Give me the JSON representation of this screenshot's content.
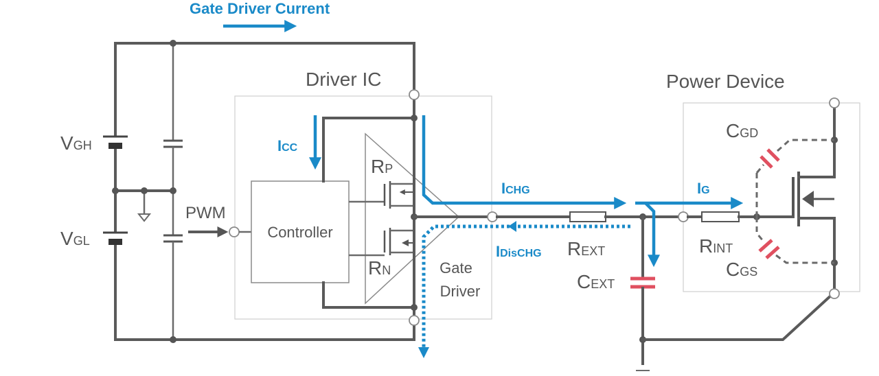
{
  "colors": {
    "wire": "#5a5a5a",
    "current_arrow": "#1a8ac8",
    "capacitor_highlight": "#e05060",
    "block_border": "#8a8a8a"
  },
  "legend": {
    "gate_driver_current": "Gate Driver Current"
  },
  "blocks": {
    "driver_ic": "Driver IC",
    "power_device": "Power Device",
    "controller": "Controller",
    "gate_driver_line1": "Gate",
    "gate_driver_line2": "Driver"
  },
  "sources": {
    "vgh_main": "V",
    "vgh_sub": "GH",
    "vgl_main": "V",
    "vgl_sub": "GL"
  },
  "signals": {
    "pwm": "PWM"
  },
  "resistors": {
    "rp_main": "R",
    "rp_sub": "P",
    "rn_main": "R",
    "rn_sub": "N",
    "rext_main": "R",
    "rext_sub": "EXT",
    "rint_main": "R",
    "rint_sub": "INT"
  },
  "capacitors": {
    "cext_main": "C",
    "cext_sub": "EXT",
    "cgd_main": "C",
    "cgd_sub": "GD",
    "cgs_main": "C",
    "cgs_sub": "GS"
  },
  "currents": {
    "icc_main": "I",
    "icc_sub": "CC",
    "ichg_main": "I",
    "ichg_sub": "CHG",
    "idischg_main": "I",
    "idischg_sub": "DisCHG",
    "ig_main": "I",
    "ig_sub": "G"
  }
}
